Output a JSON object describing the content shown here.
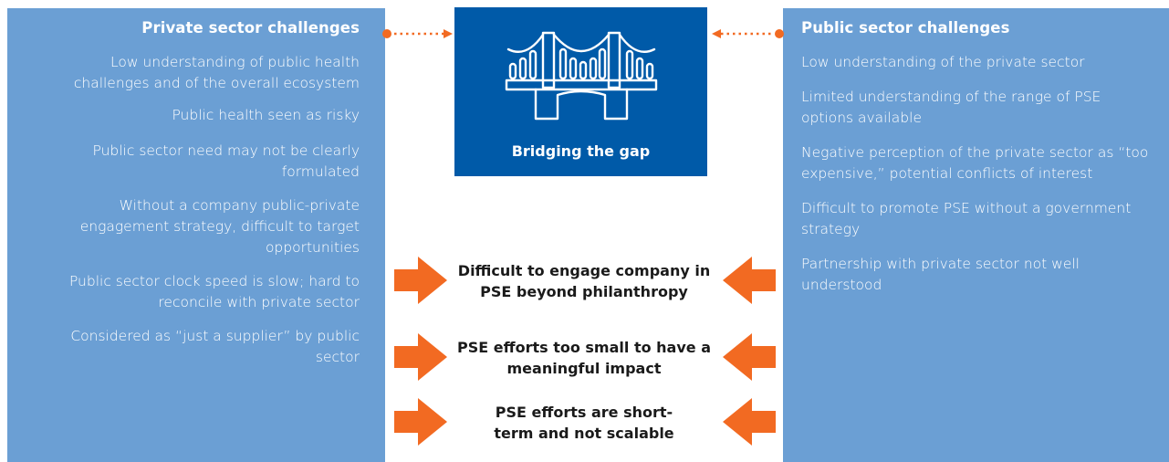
{
  "left_panel": {
    "title": "Private sector challenges",
    "items": [
      "Low understanding of public health challenges and of the overall ecosystem",
      "Public health seen as risky",
      "Public sector need may not be clearly formulated",
      "Without a company public-private engagement strategy, difficult to target opportunities",
      "Public sector clock speed is slow; hard to reconcile with private sector",
      "Considered as “just a supplier” by public sector"
    ]
  },
  "right_panel": {
    "title": "Public sector challenges",
    "items": [
      "Low understanding of the private sector",
      "Limited understanding of the range of PSE options available",
      "Negative perception of the private sector as “too expensive,” potential conflicts of interest",
      "Difficult to promote PSE without a government strategy",
      "Partnership with private sector not well understood"
    ]
  },
  "center": {
    "label": "Bridging the gap",
    "icon": "bridge-icon",
    "gaps": [
      "Difficult to engage company in PSE beyond philanthropy",
      "PSE efforts too small to have a meaningful impact",
      "PSE efforts are short-term and not scalable"
    ]
  },
  "colors": {
    "panel": "#6b9fd4",
    "bridge_box": "#005aa8",
    "arrow": "#f26a22",
    "text_dark": "#1a1a1a"
  }
}
